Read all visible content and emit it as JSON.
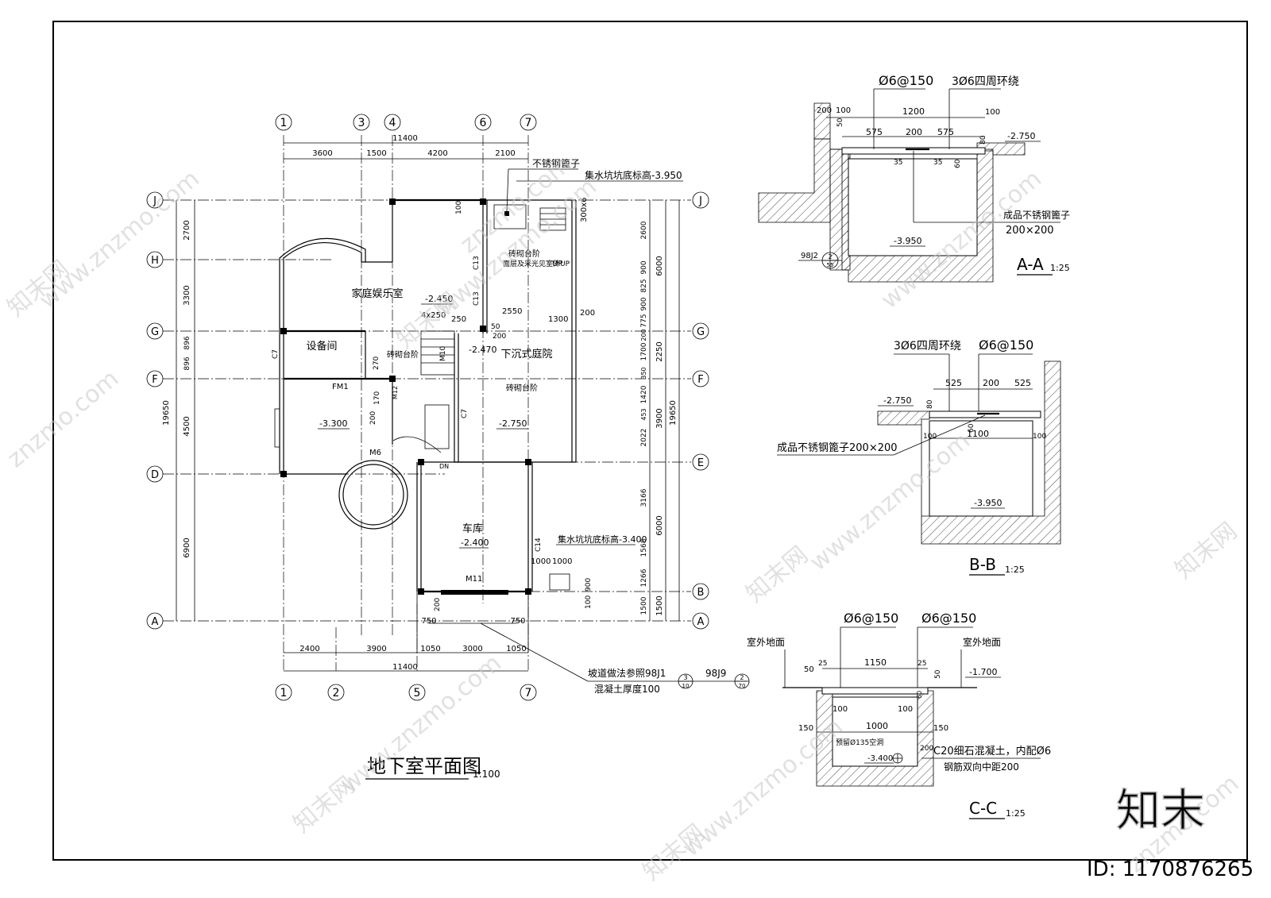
{
  "plan": {
    "title": "地下室平面图",
    "scale": "1:100",
    "axes_top": [
      "1",
      "3",
      "4",
      "6",
      "7"
    ],
    "axes_bottom": [
      "1",
      "2",
      "5",
      "7"
    ],
    "axes_left": [
      "J",
      "H",
      "G",
      "F",
      "D",
      "A"
    ],
    "axes_right": [
      "J",
      "G",
      "F",
      "E",
      "B",
      "A"
    ],
    "dims_top_total": "11400",
    "dims_top": [
      "3600",
      "1500",
      "4200",
      "2100"
    ],
    "dims_bottom": [
      "2400",
      "3900",
      "1050",
      "3000",
      "1050"
    ],
    "dims_bottom_total": "11400",
    "dims_bottom_small": [
      "750",
      "750"
    ],
    "dims_left_total": "19650",
    "dims_left": [
      "2700",
      "3300",
      "896",
      "896",
      "4500",
      "6900"
    ],
    "dims_right_total": "19650",
    "dims_right_outer": [
      "6000",
      "2250",
      "3900",
      "6000",
      "1500"
    ],
    "dims_right_inner": [
      "2600",
      "900",
      "825",
      "900",
      "775",
      "200",
      "1700",
      "350",
      "1420",
      "453",
      "2022",
      "3166",
      "1568",
      "1266",
      "1500"
    ],
    "rooms": {
      "family": "家庭娱乐室",
      "equipment": "设备间",
      "courtyard": "下沉式庭院",
      "garage": "车库"
    },
    "labels": {
      "steel_grate": "不锈钢篦子",
      "sump_top": "集水坑坑底标高-3.950",
      "sump_bottom": "集水坑坑底标高-3.400",
      "brick_step_1": "砖砌台阶",
      "brick_step_2": "砖砌台阶",
      "brick_step_3": "砖砌台阶",
      "stair_note": "面层及采光见室外UP",
      "ramp_note_1": "坡道做法参照98J1",
      "ramp_note_2": "混凝土厚度100",
      "ref_98j9": "98J9",
      "ref_bubble_1a": "3",
      "ref_bubble_1b": "10",
      "ref_bubble_2a": "2",
      "ref_bubble_2b": "70"
    },
    "elevations": [
      "-2.450",
      "-2.470",
      "-3.300",
      "-2.750",
      "-2.400"
    ],
    "codes": [
      "FM1",
      "M6",
      "M10",
      "M11",
      "C7",
      "C7",
      "C13",
      "C13",
      "C14",
      "UP",
      "DN",
      "4x250",
      "250",
      "2550",
      "1300",
      "200",
      "300x6",
      "100",
      "1000",
      "1000",
      "900",
      "100",
      "200",
      "270",
      "200",
      "170",
      "M12",
      "50",
      "200"
    ]
  },
  "section_a": {
    "title": "A-A",
    "scale": "1:25",
    "rebar_1": "Ø6@150",
    "rebar_2": "3Ø6四周环绕",
    "dims": [
      "200",
      "100",
      "1200",
      "100",
      "575",
      "200",
      "575",
      "80",
      "50",
      "35",
      "35",
      "60"
    ],
    "elev_top": "-2.750",
    "elev_bottom": "-3.950",
    "grate": "成品不锈钢篦子",
    "grate_size": "200×200",
    "ref": "98J2",
    "ref_bubble_a": "2",
    "ref_bubble_b": "55"
  },
  "section_b": {
    "title": "B-B",
    "scale": "1:25",
    "rebar_1": "3Ø6四周环绕",
    "rebar_2": "Ø6@150",
    "dims": [
      "525",
      "200",
      "525",
      "80",
      "60",
      "1100",
      "100",
      "100"
    ],
    "elev_top": "-2.750",
    "elev_bottom": "-3.950",
    "grate": "成品不锈钢篦子200×200"
  },
  "section_c": {
    "title": "C-C",
    "scale": "1:25",
    "rebar_1": "Ø6@150",
    "rebar_2": "Ø6@150",
    "ground_left": "室外地面",
    "ground_right": "室外地面",
    "dims": [
      "25",
      "1150",
      "25",
      "50",
      "50",
      "100",
      "100",
      "150",
      "1000",
      "150",
      "200",
      "60"
    ],
    "elev_top": "-1.700",
    "elev_bottom": "-3.400",
    "pipe": "预留Ø135空洞",
    "note_1": "C20细石混凝土，内配Ø6",
    "note_2": "钢筋双向中距200"
  },
  "watermark": {
    "site": "znzmo.com",
    "site_full": "www.znzmo.com",
    "brand": "知末网",
    "logo": "知末",
    "id": "ID: 1170876265"
  }
}
